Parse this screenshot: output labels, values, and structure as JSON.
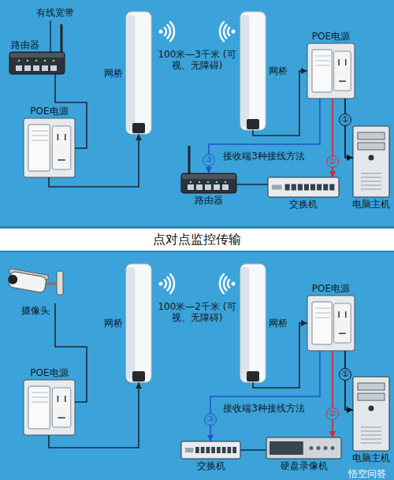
{
  "diagram": {
    "title": "点对点监控传输",
    "nodes": [
      {
        "text": [
          "路由器"
        ]
      },
      {
        "text": [
          "POE电源"
        ]
      },
      {
        "text": [
          "网桥"
        ]
      },
      {
        "text": [
          "网桥"
        ]
      },
      {
        "text": [
          "POE电源"
        ]
      },
      {
        "text": [
          "路由器"
        ]
      },
      {
        "text": [
          "交换机"
        ]
      },
      {
        "text": [
          "电脑主机"
        ]
      },
      {
        "text": [
          "摄像头"
        ]
      },
      {
        "text": [
          "POE电源"
        ]
      },
      {
        "text": [
          "网桥"
        ]
      },
      {
        "text": [
          "网桥"
        ]
      },
      {
        "text": [
          "POE电源"
        ]
      },
      {
        "text": [
          "交换机"
        ]
      },
      {
        "text": [
          "硬盘录像机"
        ]
      },
      {
        "text": [
          "电脑主机"
        ]
      }
    ],
    "edges": [
      {
        "from": 0,
        "to": 1,
        "arrow": "none"
      },
      {
        "from": 1,
        "to": 2,
        "arrow": "to"
      },
      {
        "from": 3,
        "to": 4,
        "arrow": "to"
      },
      {
        "from": 4,
        "to": 7,
        "arrow": "to",
        "label": "①"
      },
      {
        "from": 4,
        "to": 6,
        "arrow": "to",
        "label": "②"
      },
      {
        "from": 4,
        "to": 5,
        "arrow": "to",
        "label": "③"
      },
      {
        "from": 5,
        "to": 6,
        "arrow": "none"
      },
      {
        "from": 8,
        "to": 9,
        "arrow": "none"
      },
      {
        "from": 9,
        "to": 10,
        "arrow": "to"
      },
      {
        "from": 11,
        "to": 12,
        "arrow": "to"
      },
      {
        "from": 12,
        "to": 15,
        "arrow": "to",
        "label": "①"
      },
      {
        "from": 12,
        "to": 14,
        "arrow": "to",
        "label": "②"
      },
      {
        "from": 12,
        "to": 13,
        "arrow": "to",
        "label": "③"
      },
      {
        "from": 13,
        "to": 14,
        "arrow": "none"
      }
    ],
    "labels": [
      "有线宽带",
      "100米—3千米 (可视、无障碍)",
      "接收端3种接线方法",
      "100米—2千米 (可视、无障碍)",
      "接收端3种接线方法",
      "悟空问答"
    ]
  }
}
